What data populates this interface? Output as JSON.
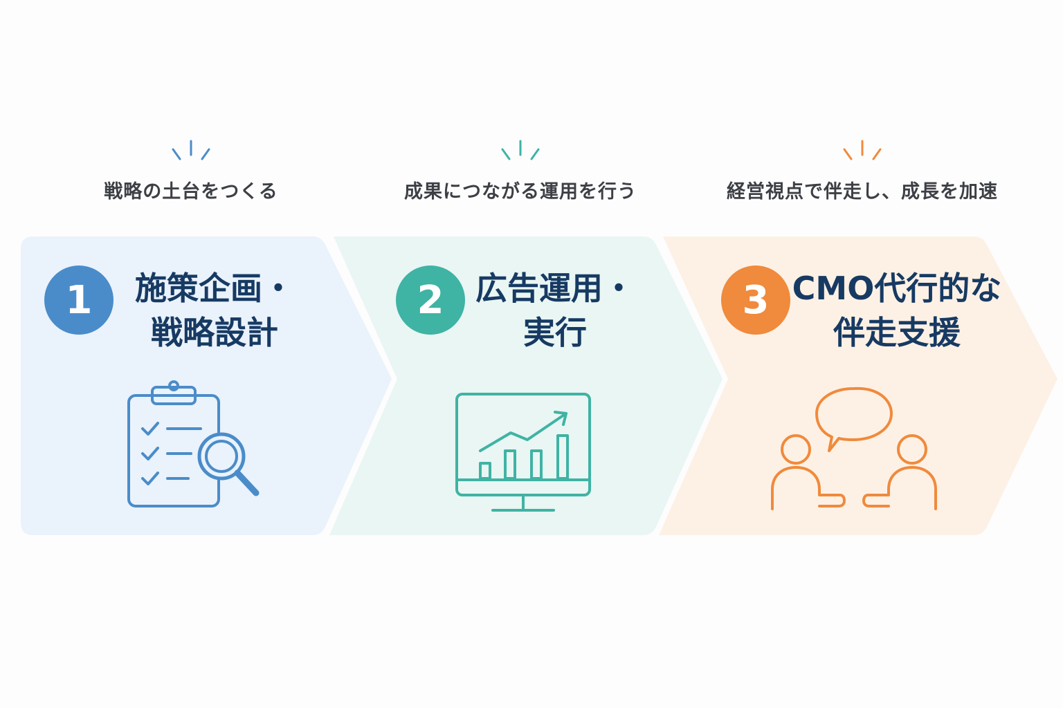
{
  "steps": [
    {
      "number": "1",
      "tagline": "戦略の土台をつくる",
      "title_line1": "施策企画・",
      "title_line2": "戦略設計",
      "icon": "clipboard-search-icon",
      "accent": "#4a8cc9",
      "fill": "#eaf2fb"
    },
    {
      "number": "2",
      "tagline": "成果につながる運用を行う",
      "title_line1": "広告運用・",
      "title_line2": "実行",
      "icon": "monitor-growth-chart-icon",
      "accent": "#3fb3a4",
      "fill": "#e9f6f3"
    },
    {
      "number": "3",
      "tagline": "経営視点で伴走し、成長を加速",
      "title_line1": "CMO代行的な",
      "title_line2": "伴走支援",
      "icon": "people-conversation-icon",
      "accent": "#f08a3c",
      "fill": "#fdf1e5"
    }
  ]
}
